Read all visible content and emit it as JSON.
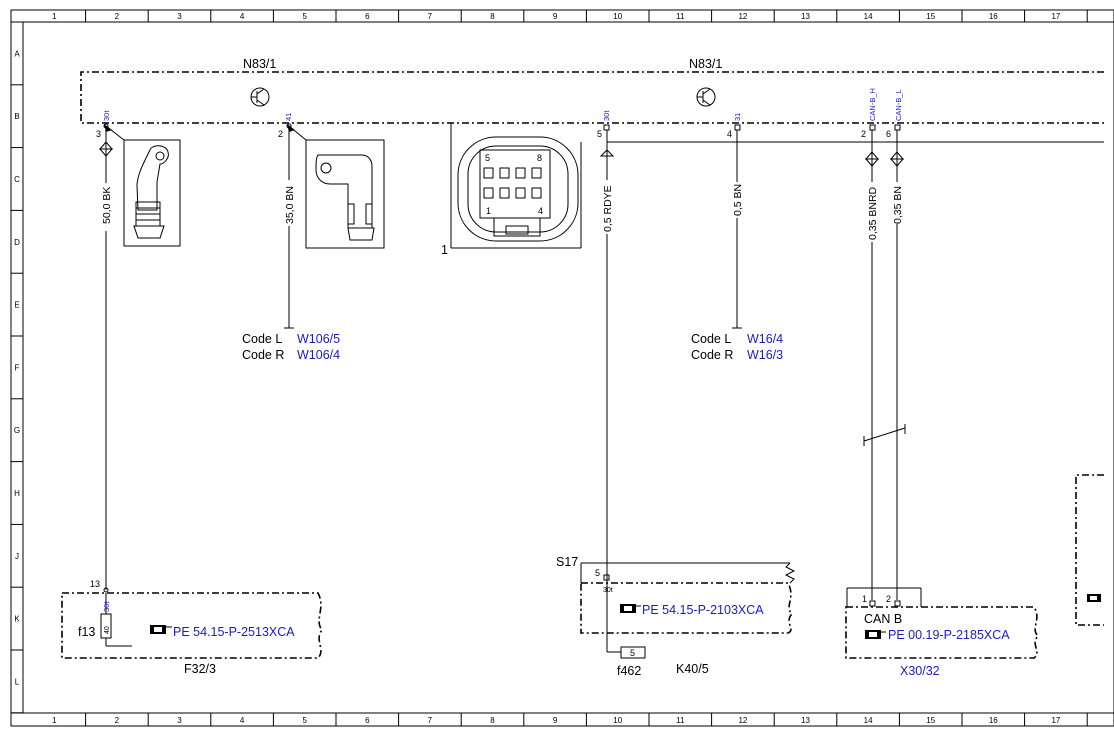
{
  "grid": {
    "columns": [
      "1",
      "2",
      "3",
      "4",
      "5",
      "6",
      "7",
      "8",
      "9",
      "10",
      "11",
      "12",
      "13",
      "14",
      "15",
      "16",
      "17"
    ],
    "rows": [
      "A",
      "B",
      "C",
      "D",
      "E",
      "F",
      "G",
      "H",
      "J",
      "K",
      "L"
    ]
  },
  "components": {
    "control_unit_left": "N83/1",
    "control_unit_right": "N83/1",
    "connector_1": "1",
    "fuse_box": "F32/3",
    "fuse_f13": "f13",
    "splice_s17": "S17",
    "fuse_f462": "f462",
    "relay_k40_5": "K40/5",
    "can_connector": "X30/32",
    "can_label": "CAN B"
  },
  "pins": {
    "p3": "3",
    "p3_term": "30t",
    "p2": "2",
    "p2_term": "41",
    "p5": "5",
    "p5_term": "30t",
    "p4": "4",
    "p4_term": "31",
    "p2b": "2",
    "p2b_term": "CAN-B_H",
    "p6": "6",
    "p6_term": "CAN-B_L",
    "conn_5": "5",
    "conn_8": "8",
    "conn_1": "1",
    "conn_4": "4",
    "f32_13": "13",
    "f32_30t": "30t",
    "f13_40": "40",
    "s17_5": "5",
    "s17_30t": "30t",
    "f462_5": "5",
    "x30_1": "1",
    "x30_2": "2"
  },
  "wires": {
    "w1": "50,0 BK",
    "w2": "35,0 BN",
    "w3": "0,5 RDYE",
    "w4": "0,5 BN",
    "w5": "0,35 BNRD",
    "w6": "0,35 BN"
  },
  "grounds": {
    "g1_code_l": "Code L",
    "g1_val_l": "W106/5",
    "g1_code_r": "Code R",
    "g1_val_r": "W106/4",
    "g2_code_l": "Code L",
    "g2_val_l": "W16/4",
    "g2_code_r": "Code R",
    "g2_val_r": "W16/3"
  },
  "references": {
    "ref_f32": "PE 54.15-P-2513XCA",
    "ref_s17": "PE 54.15-P-2103XCA",
    "ref_can": "PE 00.19-P-2185XCA"
  },
  "colors": {
    "link": "#1a1acc",
    "line": "#000000"
  },
  "icons": {
    "reference": "pointing-hand-icon",
    "transistor": "transistor-icon"
  }
}
